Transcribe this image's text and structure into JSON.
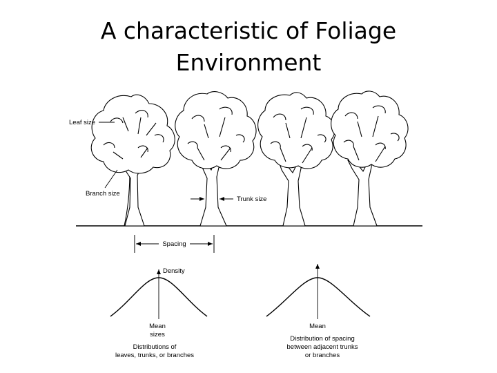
{
  "slide": {
    "title_line1": "A characteristic of Foliage",
    "title_line2": "Environment"
  },
  "figure": {
    "labels": {
      "leaf_size": "Leaf size",
      "branch_size": "Branch size",
      "trunk_size": "Trunk size",
      "spacing": "Spacing"
    },
    "left_curve": {
      "axis_label": "Density",
      "mean_line1": "Mean",
      "mean_line2": "sizes",
      "caption_line1": "Distributions of",
      "caption_line2": "leaves, trunks, or branches"
    },
    "right_curve": {
      "mean_label": "Mean",
      "caption_line1": "Distribution of spacing",
      "caption_line2": "between adjacent trunks",
      "caption_line3": "or branches"
    }
  },
  "colors": {
    "ink": "#000000",
    "background": "#ffffff"
  },
  "icons": [
    "tree-illustration",
    "arrow-icon",
    "bell-curve"
  ]
}
